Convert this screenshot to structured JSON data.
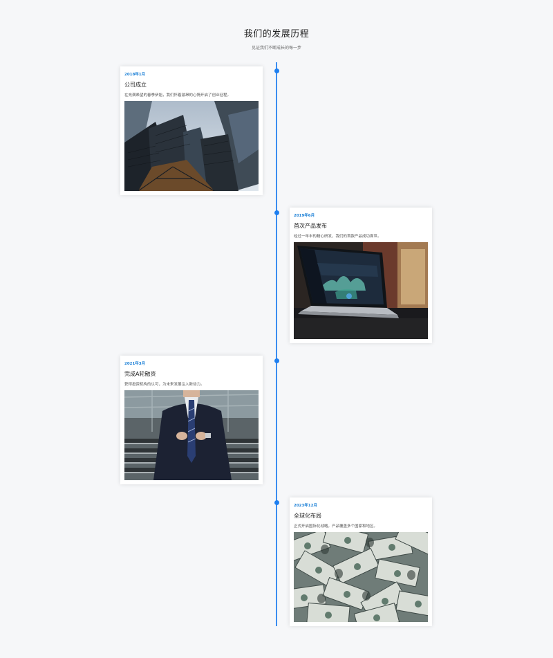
{
  "header": {
    "title": "我们的发展历程",
    "subtitle": "见证我们不断成长的每一步"
  },
  "colors": {
    "accent": "#1e7ff0",
    "line": "#3b8df0",
    "date": "#1a7fd6"
  },
  "events": [
    {
      "date": "2018年1月",
      "title": "公司成立",
      "desc": "在充满希望的春季伊始，我们怀着激昂的心情开启了创业征程。",
      "image": "skyscrapers-photo"
    },
    {
      "date": "2019年6月",
      "title": "首次产品发布",
      "desc": "经过一年半的精心研发，我们的首款产品成功面世。",
      "image": "laptop-dashboard-photo"
    },
    {
      "date": "2021年3月",
      "title": "完成A轮融资",
      "desc": "获得投资机构的认可，为未来发展注入新动力。",
      "image": "businessman-suit-photo"
    },
    {
      "date": "2023年12月",
      "title": "全球化布局",
      "desc": "正式开启国际化战略，产品覆盖多个国家和地区。",
      "image": "dollar-bills-photo"
    }
  ]
}
